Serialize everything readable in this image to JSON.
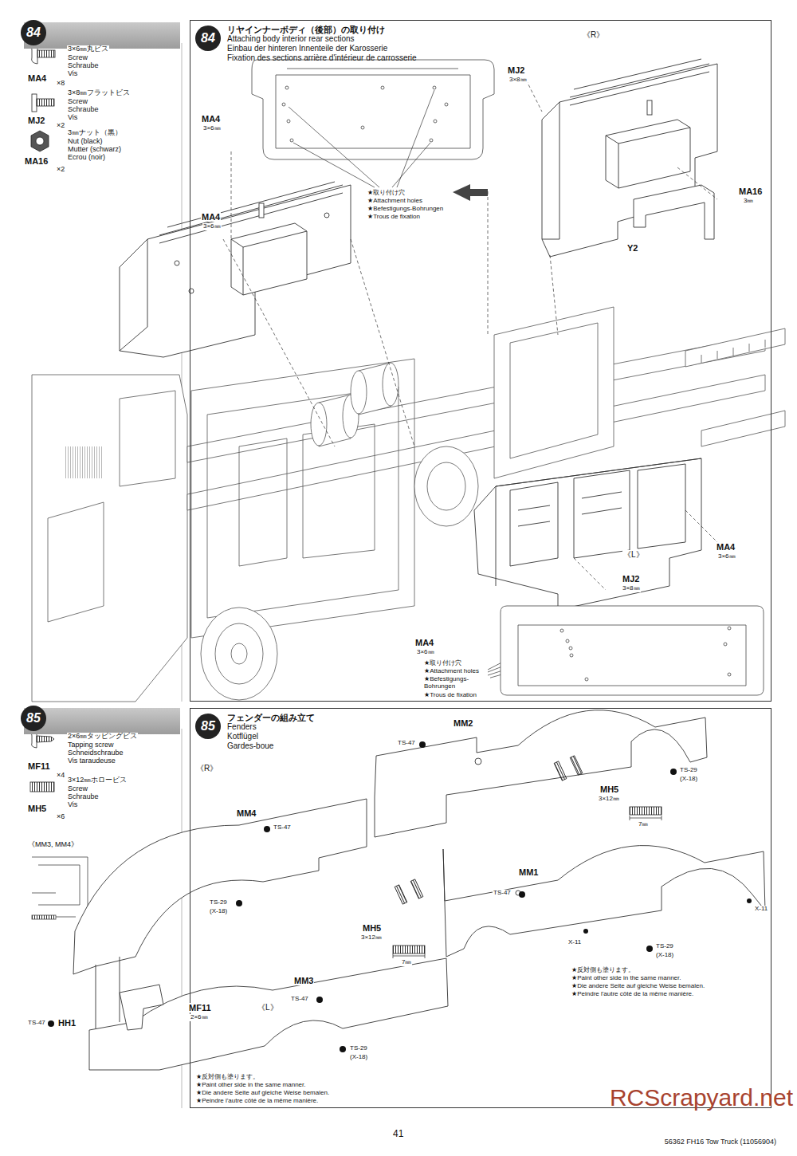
{
  "diagram": {
    "nodes": [
      {
        "text": [
          "84"
        ]
      },
      {
        "text": [
          "84",
          "リヤインナーボディ（後部）の取り付け",
          "Attaching body interior rear sections",
          "Einbau der hinteren Innenteile der Karosserie",
          "Fixation des sections arrière d'intérieur de carrosserie"
        ]
      },
      {
        "text": [
          "85"
        ]
      },
      {
        "text": [
          "85",
          "フェンダーの組み立て",
          "Fenders",
          "Kotflügel",
          "Gardes-boue"
        ]
      }
    ],
    "labels": [
      "MA4",
      "×8",
      "3×6㎜丸ビス",
      "Screw",
      "Schraube",
      "Vis",
      "MJ2",
      "×2",
      "3×8㎜フラットビス",
      "Screw",
      "Schraube",
      "Vis",
      "MA16",
      "×2",
      "3㎜ナット（黒）",
      "Nut (black)",
      "Mutter (schwarz)",
      "Ecrou (noir)",
      "《R》",
      "MJ2",
      "3×8㎜",
      "MA4",
      "3×6㎜",
      "MA4",
      "3×6㎜",
      "★取り付け穴",
      "★Attachment holes",
      "★Befestigungs-Bohrungen",
      "★Trous de fixation",
      "MA16",
      "3㎜",
      "Y2",
      "MA4",
      "3×6㎜",
      "《L》",
      "MJ2",
      "3×8㎜",
      "MA4",
      "3×6㎜",
      "★取り付け穴",
      "★Attachment holes",
      "★Befestigungs- Bohrungen",
      "★Trous de fixation",
      "MF11",
      "×4",
      "2×6㎜タッピングビス",
      "Tapping screw",
      "Schneidschraube",
      "Vis taraudeuse",
      "MH5",
      "×6",
      "3×12㎜ホロービス",
      "Screw",
      "Schraube",
      "Vis",
      "《MM3, MM4》",
      "《R》",
      "MM2",
      "TS-47",
      "TS-29",
      "(X-18)",
      "MH5",
      "3×12㎜",
      "7㎜",
      "MM4",
      "TS-47",
      "TS-29",
      "(X-18)",
      "MH5",
      "3×12㎜",
      "7㎜",
      "MM1",
      "TS-47",
      "X-11",
      "X-11",
      "TS-29",
      "(X-18)",
      "★反対側も塗ります。",
      "★Paint other side in the same manner.",
      "★Die andere Seite auf gleiche Weise bemalen.",
      "★Peindre l'autre côté de la même manière.",
      "MF11",
      "2×6㎜",
      "TS-47",
      "HH1",
      "《L》",
      "MM3",
      "TS-47",
      "TS-29",
      "(X-18)",
      "★反対側も塗ります。",
      "★Paint other side in the same manner.",
      "★Die andere Seite auf gleiche Weise bemalen.",
      "★Peindre l'autre côté de la même manière.",
      "41",
      "56362 FH16 Tow Truck (11056904)",
      "RCScrapyard.net"
    ]
  }
}
